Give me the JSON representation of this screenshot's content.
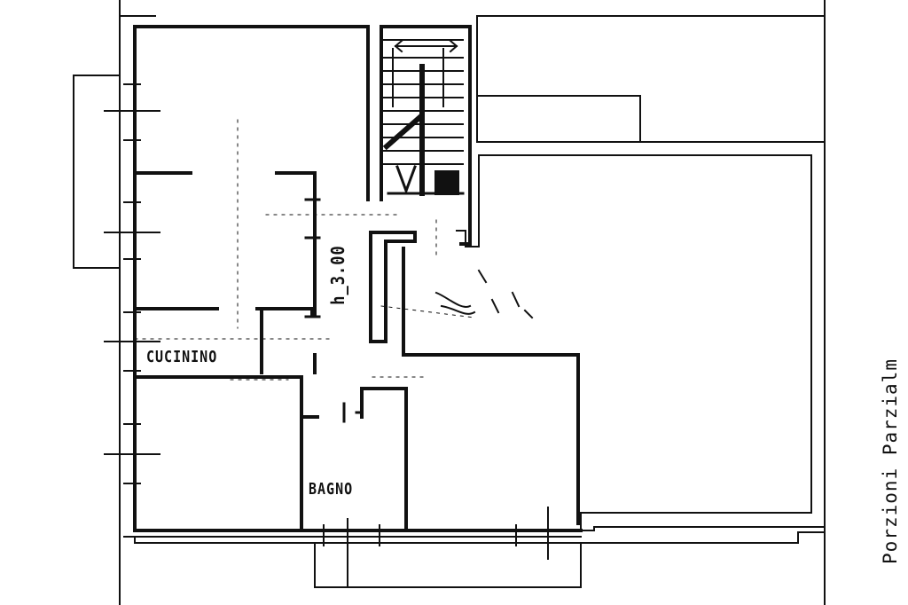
{
  "plan": {
    "labels": {
      "kitchenette": "CUCININO",
      "bathroom": "BAGNO",
      "ceiling_height": "h_3.00",
      "side_note": "Porzioni Parzialm"
    }
  }
}
